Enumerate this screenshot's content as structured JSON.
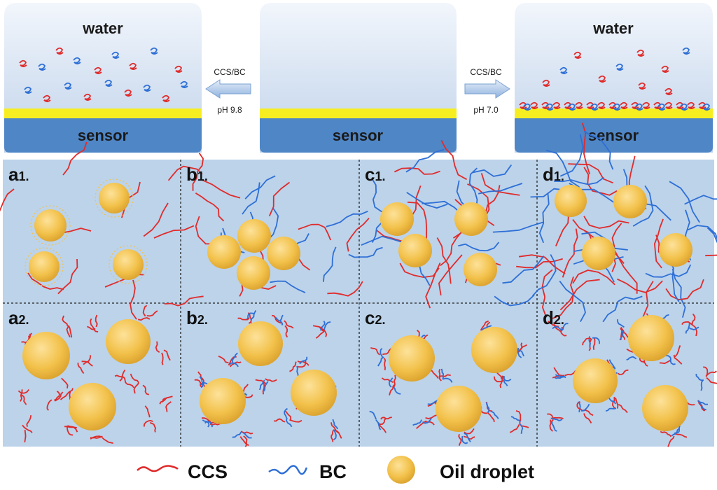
{
  "top": {
    "left_box": {
      "top_label": "water",
      "bottom_label": "sensor"
    },
    "center_box": {
      "bottom_label": "sensor"
    },
    "right_box": {
      "top_label": "water",
      "bottom_label": "sensor"
    },
    "left_arrow": {
      "top": "CCS/BC",
      "bottom": "pH 9.8"
    },
    "right_arrow": {
      "top": "CCS/BC",
      "bottom": "pH 7.0"
    }
  },
  "panels": {
    "a1": {
      "letter": "a",
      "sub": "1."
    },
    "b1": {
      "letter": "b",
      "sub": "1."
    },
    "c1": {
      "letter": "c",
      "sub": "1."
    },
    "d1": {
      "letter": "d",
      "sub": "1."
    },
    "a2": {
      "letter": "a",
      "sub": "2."
    },
    "b2": {
      "letter": "b",
      "sub": "2."
    },
    "c2": {
      "letter": "c",
      "sub": "2."
    },
    "d2": {
      "letter": "d",
      "sub": "2."
    }
  },
  "legend": {
    "ccs": "CCS",
    "bc": "BC",
    "oil": "Oil droplet"
  },
  "colors": {
    "ccs": "#e02b2b",
    "bc": "#2e6fd6",
    "oil": "#f2c14a",
    "panel_bg": "#bcd3ea",
    "box_top": "#eef3fb",
    "box_bottom": "#c3d5ec",
    "sensor": "#4f86c6",
    "gold": "#f6ee20"
  }
}
